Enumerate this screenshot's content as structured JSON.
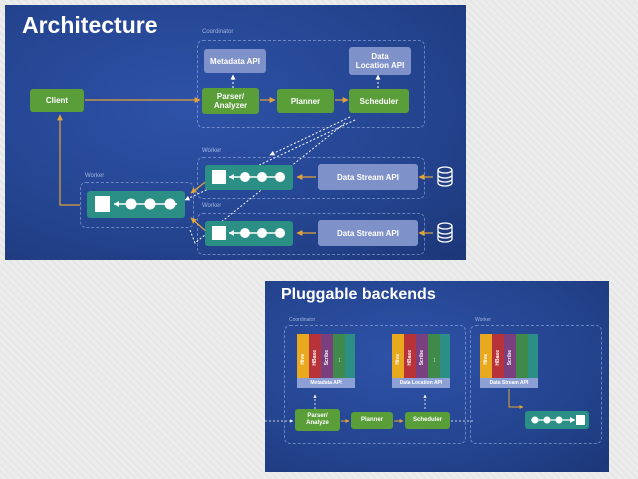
{
  "slide1": {
    "title": "Architecture",
    "coordinator_label": "Coordinator",
    "worker_labels": [
      "Worker",
      "Worker",
      "Worker"
    ],
    "boxes": {
      "client": "Client",
      "metadata_api": "Metadata API",
      "data_location_api": "Data\nLocation API",
      "parser": "Parser/\nAnalyzer",
      "planner": "Planner",
      "scheduler": "Scheduler",
      "data_stream_api_1": "Data Stream API",
      "data_stream_api_2": "Data Stream API"
    }
  },
  "slide2": {
    "title": "Pluggable backends",
    "coordinator_label": "Coordinator",
    "worker_label": "Worker",
    "backend_labels": [
      "Hive",
      "HBase",
      "Scribe",
      "..."
    ],
    "boxes": {
      "metadata_api": "Metadata API",
      "data_location_api": "Data Location API",
      "data_stream_api": "Data Stream API",
      "parser": "Parser/\nAnalyze",
      "planner": "Planner",
      "scheduler": "Scheduler"
    }
  },
  "colors": {
    "slide_bg": "#24448f",
    "green": "#5a9e3a",
    "lavender": "#7f91c9",
    "teal": "#2c8f86",
    "arrow_orange": "#e0a43a",
    "backend_yellow": "#e8a91f",
    "backend_red": "#b8323a",
    "backend_purple": "#7a3f7f",
    "backend_green": "#3f8a4a",
    "backend_teal": "#2c8f86"
  }
}
